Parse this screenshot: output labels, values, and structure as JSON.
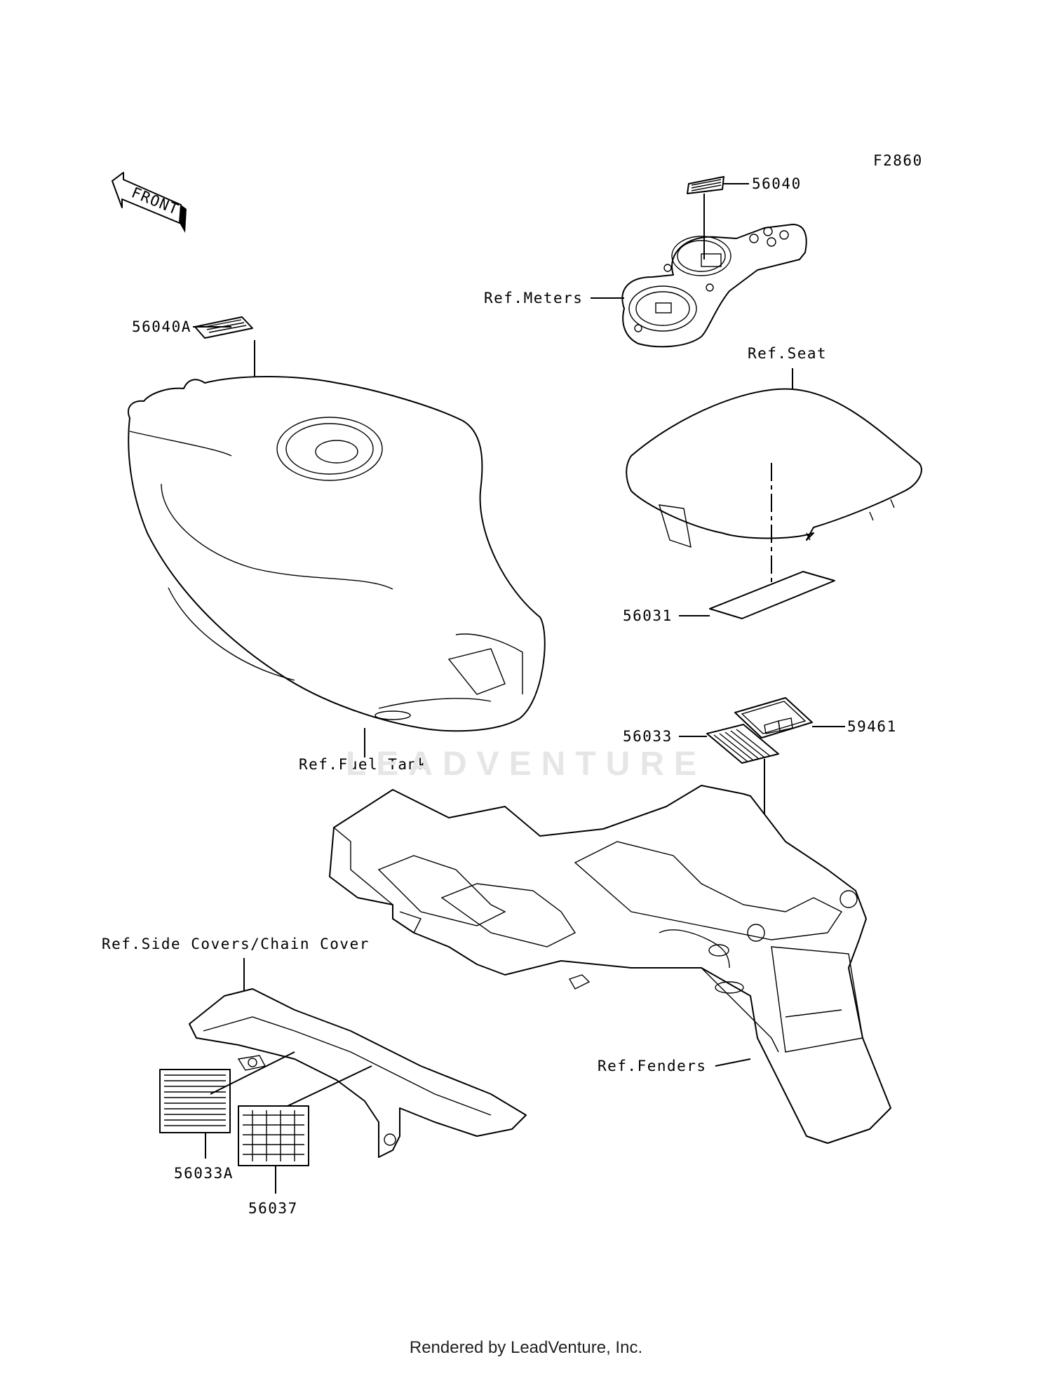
{
  "figure_code": "F2860",
  "front_arrow_label": "FRONT",
  "labels": {
    "p56040": "56040",
    "ref_meters": "Ref.Meters",
    "p56040A": "56040A",
    "ref_seat": "Ref.Seat",
    "p56031": "56031",
    "p56033": "56033",
    "p59461": "59461",
    "ref_fuel_tank": "Ref.Fuel Tank",
    "ref_side_covers": "Ref.Side Covers/Chain Cover",
    "ref_fenders": "Ref.Fenders",
    "p56033A": "56033A",
    "p56037": "56037"
  },
  "watermark": "LEADVENTURE",
  "footer": "Rendered by LeadVenture, Inc."
}
